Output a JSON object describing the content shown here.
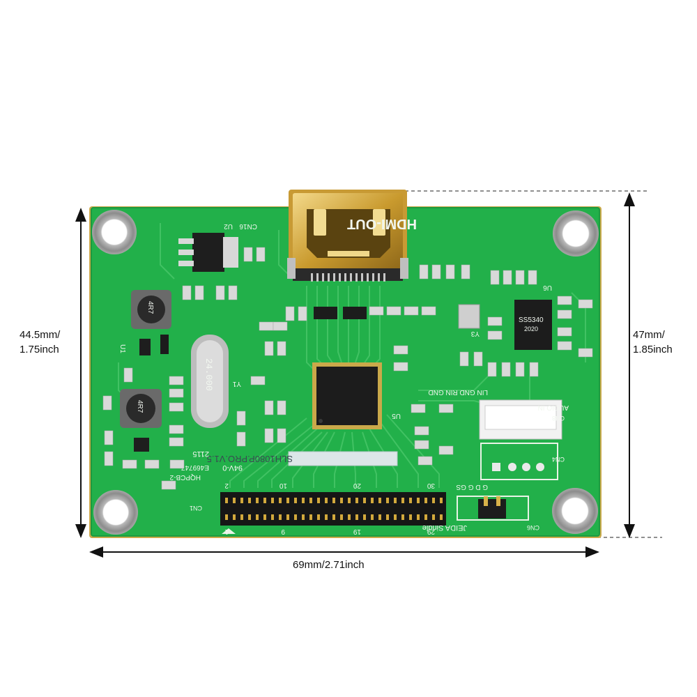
{
  "dimensions": {
    "height_left": {
      "line1": "44.5mm/",
      "line2": "1.75inch"
    },
    "height_right": {
      "line1": "47mm/",
      "line2": "1.85inch"
    },
    "width_bottom": "69mm/2.71inch"
  },
  "board": {
    "color": "#21b24a",
    "connector_label": "HDMI-OUT",
    "board_model": "SLH1080P.PRO.V1.5",
    "material": "94V-0",
    "cert_code": "E469747",
    "pcb_code": "HQPCB-2",
    "date_code": "2115",
    "crystal_label": "24.000",
    "audio_ic_label": "SS5340",
    "audio_ic_year": "2020",
    "inductor_label": "4R7",
    "audio_in_label": "AUDIO IN",
    "audio_pins": "LIN GND RIN GND",
    "lvds_pins": "G D G GS",
    "jumper_label": "JEIDA Single",
    "header_label": "CN1",
    "pin_labels_top": [
      "2",
      "10",
      "20",
      "30"
    ],
    "pin_labels_bottom": [
      "1",
      "9",
      "19",
      "29"
    ],
    "ref_designators": [
      "CN16",
      "U2",
      "U1",
      "Y1",
      "Y3",
      "U5",
      "U6",
      "CN8",
      "CN4",
      "CN6"
    ]
  }
}
